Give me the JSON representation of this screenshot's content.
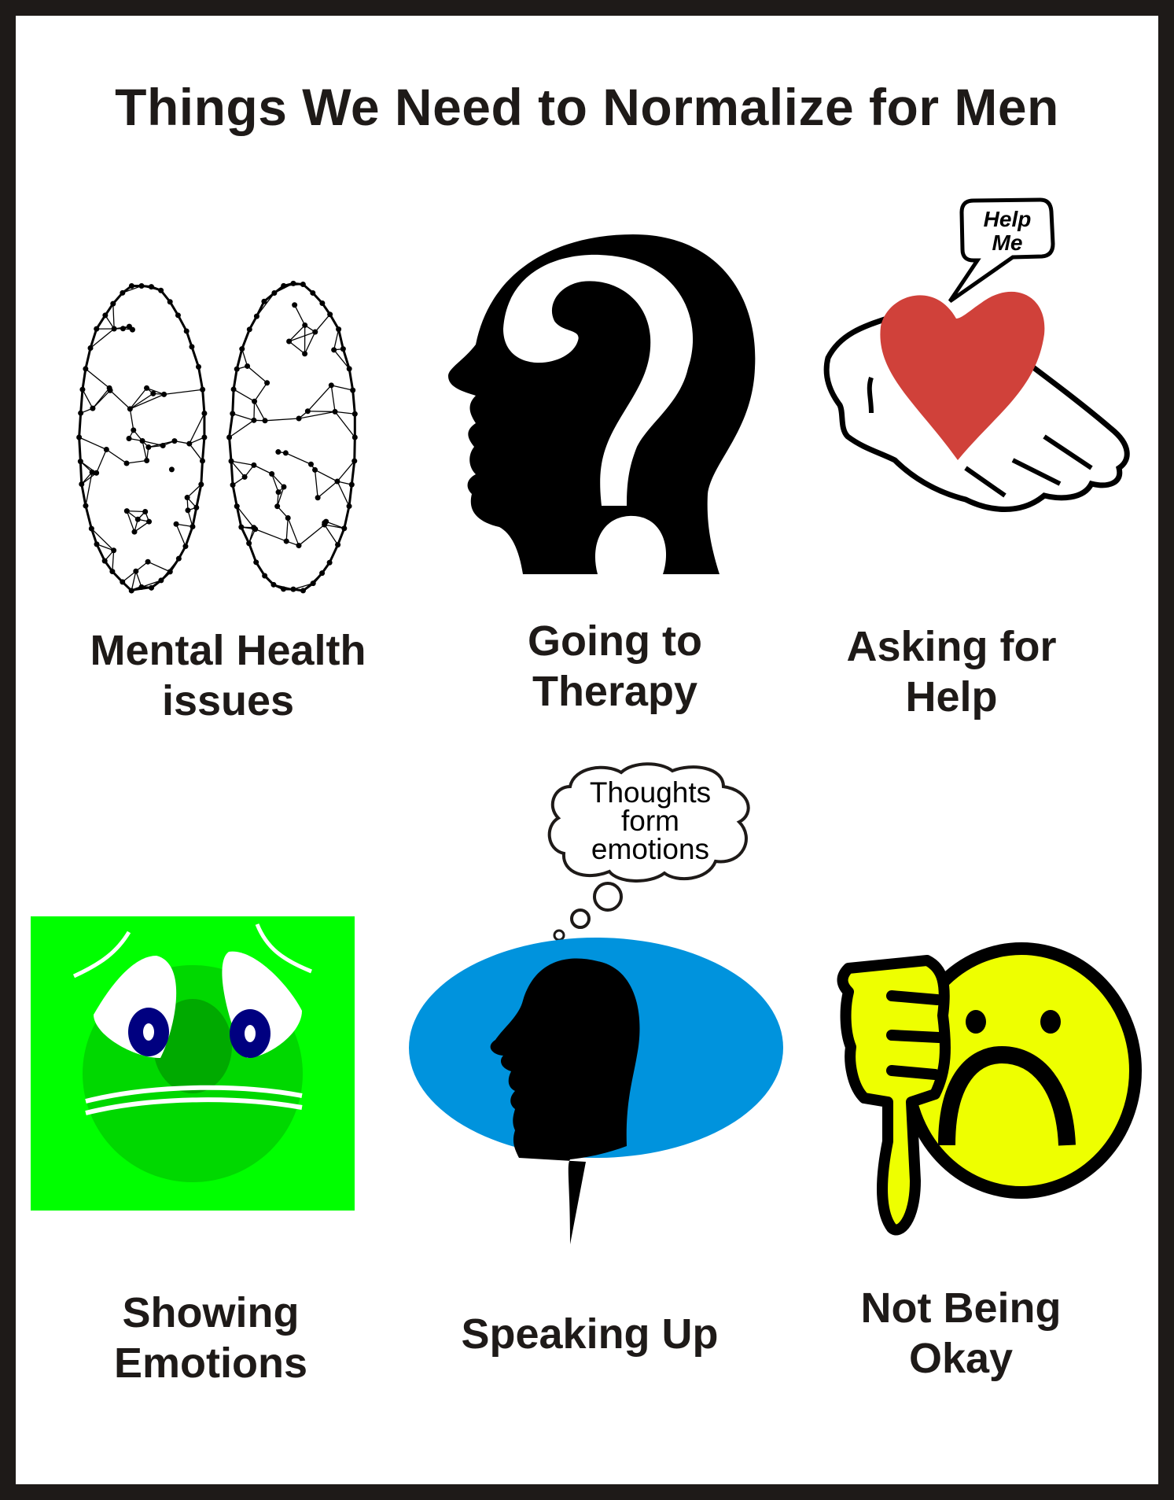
{
  "title": "Things We Need to Normalize for Men",
  "items": [
    {
      "line1": "Mental Health",
      "line2": "issues",
      "icon": "brain-network-icon"
    },
    {
      "line1": "Going to",
      "line2": "Therapy",
      "icon": "head-question-mark-icon"
    },
    {
      "line1": "Asking for",
      "line2": "Help",
      "icon": "hand-holding-heart-icon",
      "bubble": [
        "Help",
        "Me"
      ]
    },
    {
      "line1": "Showing",
      "line2": "Emotions",
      "icon": "worried-green-face-icon"
    },
    {
      "line1": "Speaking Up",
      "icon": "head-silhouette-thought-icon",
      "bubble": [
        "Thoughts",
        "form",
        "emotions"
      ]
    },
    {
      "line1": "Not Being",
      "line2": "Okay",
      "icon": "thumbs-down-sad-face-icon"
    }
  ],
  "colors": {
    "frame": "#1e1a18",
    "heart": "#d0413a",
    "green": "#00ff00",
    "face_green": "#00d800",
    "blue": "#0093dd",
    "yellow": "#eeff00",
    "pupil": "#000080"
  }
}
